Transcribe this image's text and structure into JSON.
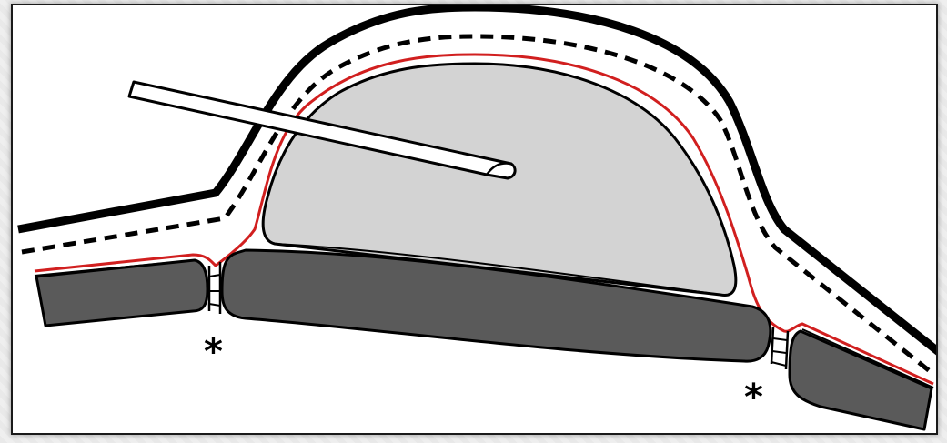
{
  "diagram": {
    "markers": [
      {
        "id": "left-junction",
        "label": "*"
      },
      {
        "id": "right-junction",
        "label": "*"
      }
    ],
    "colors": {
      "outer_line": "#000000",
      "dashed_line": "#000000",
      "red_membrane": "#d11f1f",
      "fluid_pocket": "#d3d3d3",
      "dark_segments": "#5a5a5a",
      "needle": "#ffffff"
    },
    "icons": [
      "needle-icon",
      "asterisk-marker"
    ]
  }
}
